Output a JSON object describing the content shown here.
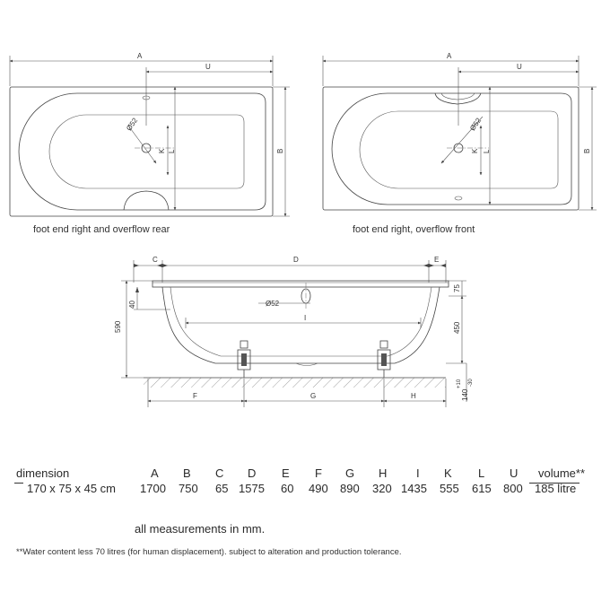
{
  "captions": {
    "top_left": "foot end right and overflow rear",
    "top_right": "foot end right, overflow front"
  },
  "labels": {
    "a": "A",
    "u": "U",
    "b": "B",
    "k": "K",
    "l": "L",
    "c": "C",
    "d": "D",
    "e": "E",
    "i": "I",
    "f": "F",
    "g": "G",
    "h": "H",
    "waste_diameter": "Ø52"
  },
  "side_dims": {
    "d75": "75",
    "d450": "450",
    "d590": "590",
    "d40": "40",
    "tol_plus": "+10",
    "tol_val": "140",
    "tol_minus": "-30"
  },
  "spec_table": {
    "dimension_label": "dimension",
    "size": "170 x 75 x 45 cm",
    "columns": [
      {
        "key": "A",
        "value": "1700"
      },
      {
        "key": "B",
        "value": "750"
      },
      {
        "key": "C",
        "value": "65"
      },
      {
        "key": "D",
        "value": "1575"
      },
      {
        "key": "E",
        "value": "60"
      },
      {
        "key": "F",
        "value": "490"
      },
      {
        "key": "G",
        "value": "890"
      },
      {
        "key": "H",
        "value": "320"
      },
      {
        "key": "I",
        "value": "1435"
      },
      {
        "key": "K",
        "value": "555"
      },
      {
        "key": "L",
        "value": "615"
      },
      {
        "key": "U",
        "value": "800"
      }
    ],
    "volume_label": "volume**",
    "volume_value": "185 litre"
  },
  "note": "all measurements in mm.",
  "footnote": "**Water content less 70 litres (for human displacement). subject to alteration and production tolerance."
}
